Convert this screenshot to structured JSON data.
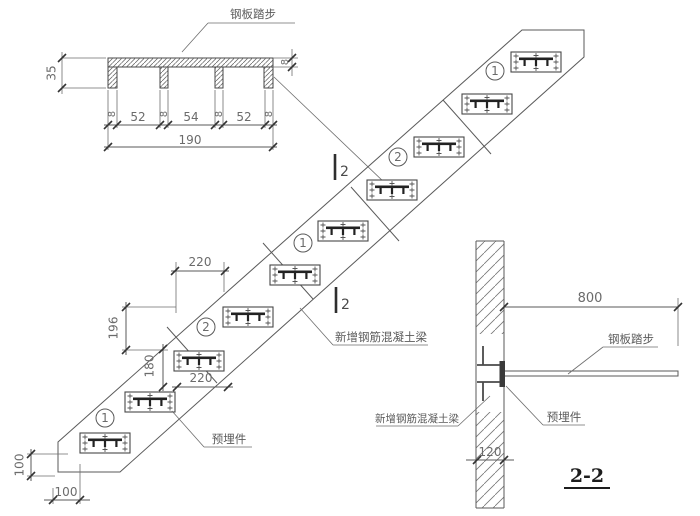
{
  "tread_detail": {
    "label": "钢板踏步",
    "dim_height": "35",
    "dim_thickness": "8",
    "spacings": [
      "8",
      "52",
      "8",
      "54",
      "8",
      "52",
      "8"
    ],
    "dim_total": "190"
  },
  "stair_plan": {
    "markers": [
      "1",
      "2",
      "1",
      "2",
      "1"
    ],
    "section_mark": "2",
    "beam_label": "新增钢筋混凝土梁",
    "embed_label": "预埋件",
    "dim_tread_top": "220",
    "dim_rise_upper": "196",
    "dim_rise_lower": "180",
    "dim_tread_bottom": "220",
    "dim_corner_height": "100",
    "dim_corner_width": "100"
  },
  "section_2_2": {
    "title": "2-2",
    "dim_length": "800",
    "dim_beam_width": "120",
    "tread_label": "钢板踏步",
    "beam_label": "新增钢筋混凝土梁",
    "embed_label": "预埋件"
  }
}
